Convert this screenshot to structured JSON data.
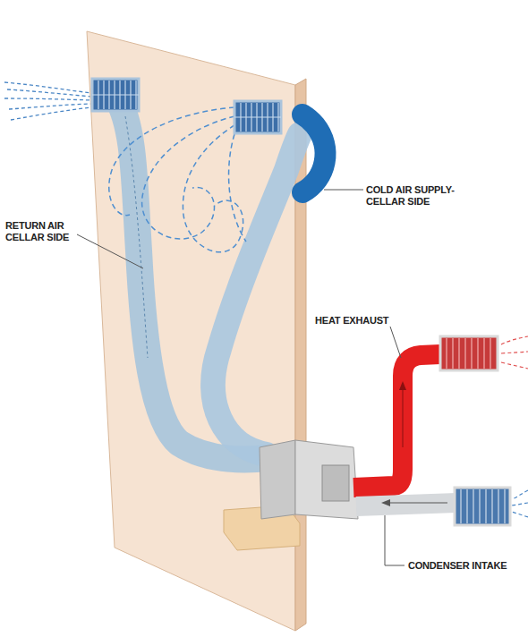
{
  "diagram": {
    "labels": [
      "RETURN AIR CELLAR SIDE",
      "COLD AIR SUPPLY- CELLAR SIDE",
      "HEAT EXHAUST",
      "CONDENSER INTAKE"
    ]
  }
}
